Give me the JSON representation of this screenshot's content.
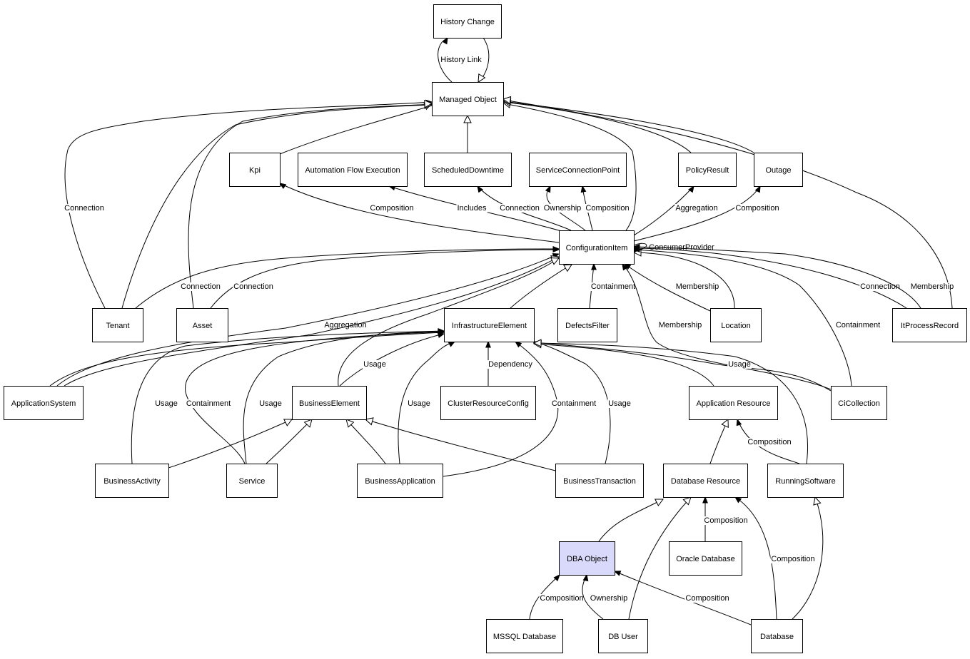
{
  "nodes": [
    {
      "id": "history_change",
      "label": "History Change"
    },
    {
      "id": "managed_object",
      "label": "Managed Object"
    },
    {
      "id": "kpi",
      "label": "Kpi"
    },
    {
      "id": "automation_flow_execution",
      "label": "Automation Flow Execution"
    },
    {
      "id": "scheduled_downtime",
      "label": "ScheduledDowntime"
    },
    {
      "id": "service_connection_point",
      "label": "ServiceConnectionPoint"
    },
    {
      "id": "policy_result",
      "label": "PolicyResult"
    },
    {
      "id": "outage",
      "label": "Outage"
    },
    {
      "id": "configuration_item",
      "label": "ConfigurationItem"
    },
    {
      "id": "tenant",
      "label": "Tenant"
    },
    {
      "id": "asset",
      "label": "Asset"
    },
    {
      "id": "infrastructure_element",
      "label": "InfrastructureElement"
    },
    {
      "id": "defects_filter",
      "label": "DefectsFilter"
    },
    {
      "id": "location",
      "label": "Location"
    },
    {
      "id": "it_process_record",
      "label": "ItProcessRecord"
    },
    {
      "id": "application_system",
      "label": "ApplicationSystem"
    },
    {
      "id": "business_element",
      "label": "BusinessElement"
    },
    {
      "id": "cluster_resource_config",
      "label": "ClusterResourceConfig"
    },
    {
      "id": "application_resource",
      "label": "Application Resource"
    },
    {
      "id": "ci_collection",
      "label": "CiCollection"
    },
    {
      "id": "business_activity",
      "label": "BusinessActivity"
    },
    {
      "id": "service",
      "label": "Service"
    },
    {
      "id": "business_application",
      "label": "BusinessApplication"
    },
    {
      "id": "business_transaction",
      "label": "BusinessTransaction"
    },
    {
      "id": "database_resource",
      "label": "Database Resource"
    },
    {
      "id": "running_software",
      "label": "RunningSoftware"
    },
    {
      "id": "dba_object",
      "label": "DBA Object",
      "highlighted": true
    },
    {
      "id": "oracle_database",
      "label": "Oracle Database"
    },
    {
      "id": "mssql_database",
      "label": "MSSQL Database"
    },
    {
      "id": "db_user",
      "label": "DB User"
    },
    {
      "id": "database",
      "label": "Database"
    }
  ],
  "edges": [
    {
      "id": "history_link_up",
      "from": "managed_object",
      "to": "history_change",
      "label": "History Link",
      "arrow": "filled"
    },
    {
      "id": "history_link_down",
      "from": "history_change",
      "to": "managed_object",
      "label": "",
      "arrow": "open"
    },
    {
      "id": "kpi_isa",
      "from": "kpi",
      "to": "managed_object",
      "label": "",
      "arrow": "open"
    },
    {
      "id": "sd_isa",
      "from": "scheduled_downtime",
      "to": "managed_object",
      "label": "",
      "arrow": "open"
    },
    {
      "id": "ci_isa",
      "from": "configuration_item",
      "to": "managed_object",
      "label": "",
      "arrow": "open"
    },
    {
      "id": "pr_isa",
      "from": "policy_result",
      "to": "managed_object",
      "label": "",
      "arrow": "open"
    },
    {
      "id": "outage_isa",
      "from": "outage",
      "to": "managed_object",
      "label": "",
      "arrow": "open"
    },
    {
      "id": "tenant_mo_connection",
      "from": "tenant",
      "to": "managed_object",
      "label": "Connection",
      "arrow": "filled"
    },
    {
      "id": "tenant_isa",
      "from": "tenant",
      "to": "managed_object",
      "label": "",
      "arrow": "open"
    },
    {
      "id": "asset_isa",
      "from": "asset",
      "to": "managed_object",
      "label": "",
      "arrow": "open"
    },
    {
      "id": "itpr_isa",
      "from": "it_process_record",
      "to": "managed_object",
      "label": "",
      "arrow": "open"
    },
    {
      "id": "ci_kpi",
      "from": "configuration_item",
      "to": "kpi",
      "label": "Composition",
      "arrow": "filled"
    },
    {
      "id": "ci_afe",
      "from": "configuration_item",
      "to": "automation_flow_execution",
      "label": "Includes",
      "arrow": "filled"
    },
    {
      "id": "ci_sd",
      "from": "configuration_item",
      "to": "scheduled_downtime",
      "label": "Connection",
      "arrow": "filled"
    },
    {
      "id": "ci_scp_own",
      "from": "configuration_item",
      "to": "service_connection_point",
      "label": "Ownership",
      "arrow": "filled"
    },
    {
      "id": "ci_scp_comp",
      "from": "configuration_item",
      "to": "service_connection_point",
      "label": "Composition",
      "arrow": "filled"
    },
    {
      "id": "ci_pr",
      "from": "configuration_item",
      "to": "policy_result",
      "label": "Aggregation",
      "arrow": "filled"
    },
    {
      "id": "ci_outage",
      "from": "configuration_item",
      "to": "outage",
      "label": "Composition",
      "arrow": "filled"
    },
    {
      "id": "ci_self",
      "from": "configuration_item",
      "to": "configuration_item",
      "label": "ConsumerProvider",
      "arrow": "filled"
    },
    {
      "id": "tenant_ci",
      "from": "tenant",
      "to": "configuration_item",
      "label": "Connection",
      "arrow": "filled"
    },
    {
      "id": "asset_ci",
      "from": "asset",
      "to": "configuration_item",
      "label": "Connection",
      "arrow": "filled"
    },
    {
      "id": "as_ci_agg",
      "from": "application_system",
      "to": "configuration_item",
      "label": "Aggregation",
      "arrow": "filled"
    },
    {
      "id": "as_ci_isa",
      "from": "application_system",
      "to": "configuration_item",
      "label": "",
      "arrow": "open"
    },
    {
      "id": "be_ci_isa",
      "from": "business_element",
      "to": "configuration_item",
      "label": "",
      "arrow": "open"
    },
    {
      "id": "ie_ci_isa",
      "from": "infrastructure_element",
      "to": "configuration_item",
      "label": "",
      "arrow": "open"
    },
    {
      "id": "df_ci",
      "from": "defects_filter",
      "to": "configuration_item",
      "label": "Containment",
      "arrow": "filled"
    },
    {
      "id": "loc_ci_mem",
      "from": "location",
      "to": "configuration_item",
      "label": "Membership",
      "arrow": "filled"
    },
    {
      "id": "loc_ci_isa",
      "from": "location",
      "to": "configuration_item",
      "label": "",
      "arrow": "open"
    },
    {
      "id": "cic_ci_mem",
      "from": "ci_collection",
      "to": "configuration_item",
      "label": "Membership",
      "arrow": "filled"
    },
    {
      "id": "cic_ci_cont",
      "from": "ci_collection",
      "to": "configuration_item",
      "label": "Containment",
      "arrow": "filled"
    },
    {
      "id": "itpr_ci_conn",
      "from": "it_process_record",
      "to": "configuration_item",
      "label": "Connection",
      "arrow": "filled"
    },
    {
      "id": "itpr_ci_mem",
      "from": "it_process_record",
      "to": "configuration_item",
      "label": "Membership",
      "arrow": "filled"
    },
    {
      "id": "cluster_ie",
      "from": "cluster_resource_config",
      "to": "infrastructure_element",
      "label": "Dependency",
      "arrow": "filled"
    },
    {
      "id": "as_ie",
      "from": "application_system",
      "to": "infrastructure_element",
      "label": "",
      "arrow": "filled"
    },
    {
      "id": "be_ie",
      "from": "business_element",
      "to": "infrastructure_element",
      "label": "Usage",
      "arrow": "filled"
    },
    {
      "id": "ba_ie",
      "from": "business_activity",
      "to": "infrastructure_element",
      "label": "Usage",
      "arrow": "filled"
    },
    {
      "id": "svc_ie_cont",
      "from": "service",
      "to": "infrastructure_element",
      "label": "Containment",
      "arrow": "filled"
    },
    {
      "id": "svc_ie_use",
      "from": "service",
      "to": "infrastructure_element",
      "label": "Usage",
      "arrow": "filled"
    },
    {
      "id": "bapp_ie_use",
      "from": "business_application",
      "to": "infrastructure_element",
      "label": "Usage",
      "arrow": "filled"
    },
    {
      "id": "bapp_ie_cont",
      "from": "business_application",
      "to": "infrastructure_element",
      "label": "Containment",
      "arrow": "filled"
    },
    {
      "id": "bt_ie",
      "from": "business_transaction",
      "to": "infrastructure_element",
      "label": "Usage",
      "arrow": "filled"
    },
    {
      "id": "ar_ie",
      "from": "application_resource",
      "to": "infrastructure_element",
      "label": "",
      "arrow": "open"
    },
    {
      "id": "cic_ie",
      "from": "ci_collection",
      "to": "infrastructure_element",
      "label": "Usage",
      "arrow": "filled"
    },
    {
      "id": "rs_ie",
      "from": "running_software",
      "to": "infrastructure_element",
      "label": "",
      "arrow": "open"
    },
    {
      "id": "ba_be",
      "from": "business_activity",
      "to": "business_element",
      "label": "",
      "arrow": "open"
    },
    {
      "id": "svc_be",
      "from": "service",
      "to": "business_element",
      "label": "",
      "arrow": "open"
    },
    {
      "id": "bapp_be",
      "from": "business_application",
      "to": "business_element",
      "label": "",
      "arrow": "open"
    },
    {
      "id": "bt_be",
      "from": "business_transaction",
      "to": "business_element",
      "label": "",
      "arrow": "open"
    },
    {
      "id": "dr_ar",
      "from": "database_resource",
      "to": "application_resource",
      "label": "",
      "arrow": "open"
    },
    {
      "id": "rs_ar",
      "from": "running_software",
      "to": "application_resource",
      "label": "Composition",
      "arrow": "filled"
    },
    {
      "id": "dba_dr",
      "from": "dba_object",
      "to": "database_resource",
      "label": "",
      "arrow": "open"
    },
    {
      "id": "dbu_dr",
      "from": "db_user",
      "to": "database_resource",
      "label": "",
      "arrow": "open"
    },
    {
      "id": "ora_dr",
      "from": "oracle_database",
      "to": "database_resource",
      "label": "Composition",
      "arrow": "filled"
    },
    {
      "id": "db_dr",
      "from": "database",
      "to": "database_resource",
      "label": "Composition",
      "arrow": "filled"
    },
    {
      "id": "db_rs",
      "from": "database",
      "to": "running_software",
      "label": "",
      "arrow": "open"
    },
    {
      "id": "mssql_dba",
      "from": "mssql_database",
      "to": "dba_object",
      "label": "Composition",
      "arrow": "filled"
    },
    {
      "id": "dbu_dba",
      "from": "db_user",
      "to": "dba_object",
      "label": "Ownership",
      "arrow": "filled"
    },
    {
      "id": "db_dba",
      "from": "database",
      "to": "dba_object",
      "label": "Composition",
      "arrow": "filled"
    }
  ]
}
